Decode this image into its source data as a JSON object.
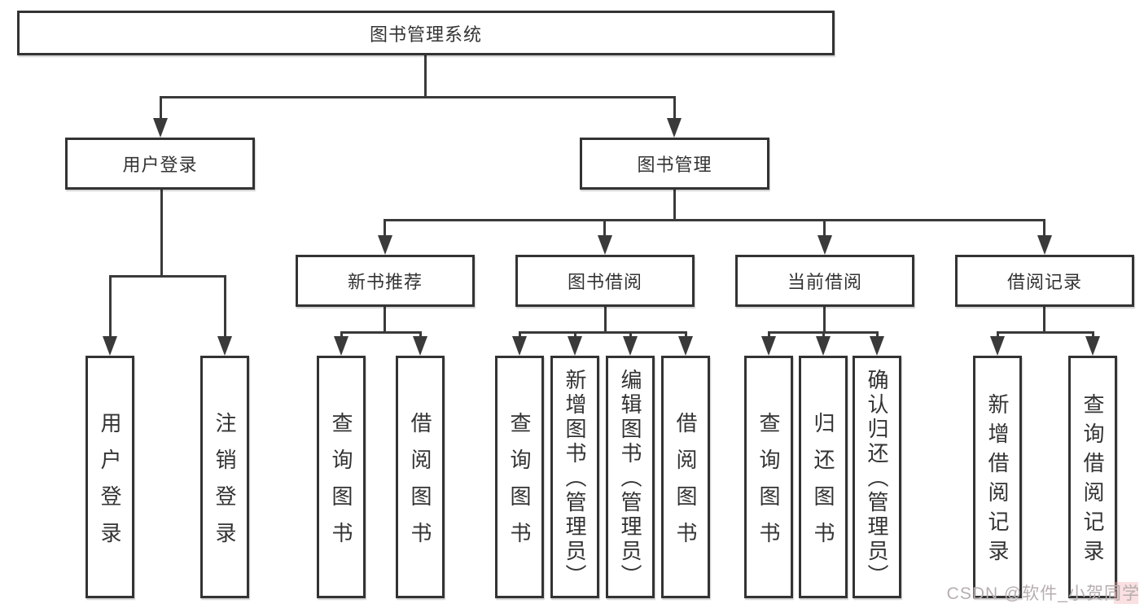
{
  "diagram": {
    "type": "tree",
    "root": {
      "label": "图书管理系统",
      "children": [
        {
          "label": "用户登录",
          "children": [
            {
              "label": "用户登录"
            },
            {
              "label": "注销登录"
            }
          ]
        },
        {
          "label": "图书管理",
          "children": [
            {
              "label": "新书推荐",
              "children": [
                {
                  "label": "查询图书"
                },
                {
                  "label": "借阅图书"
                }
              ]
            },
            {
              "label": "图书借阅",
              "children": [
                {
                  "label": "查询图书"
                },
                {
                  "label": "新增图书（管理员）"
                },
                {
                  "label": "编辑图书（管理员）"
                },
                {
                  "label": "借阅图书"
                }
              ]
            },
            {
              "label": "当前借阅",
              "children": [
                {
                  "label": "查询图书"
                },
                {
                  "label": "归还图书"
                },
                {
                  "label": "确认归还（管理员）"
                }
              ]
            },
            {
              "label": "借阅记录",
              "children": [
                {
                  "label": "新增借阅记录"
                },
                {
                  "label": "查询借阅记录"
                }
              ]
            }
          ]
        }
      ]
    }
  },
  "watermark": {
    "text": "CSDN @软件_小贺同学",
    "color": "#b7aeae"
  },
  "colors": {
    "line": "#3a3a3a",
    "box_border": "#333333",
    "text": "#333333",
    "background": "#ffffff"
  }
}
